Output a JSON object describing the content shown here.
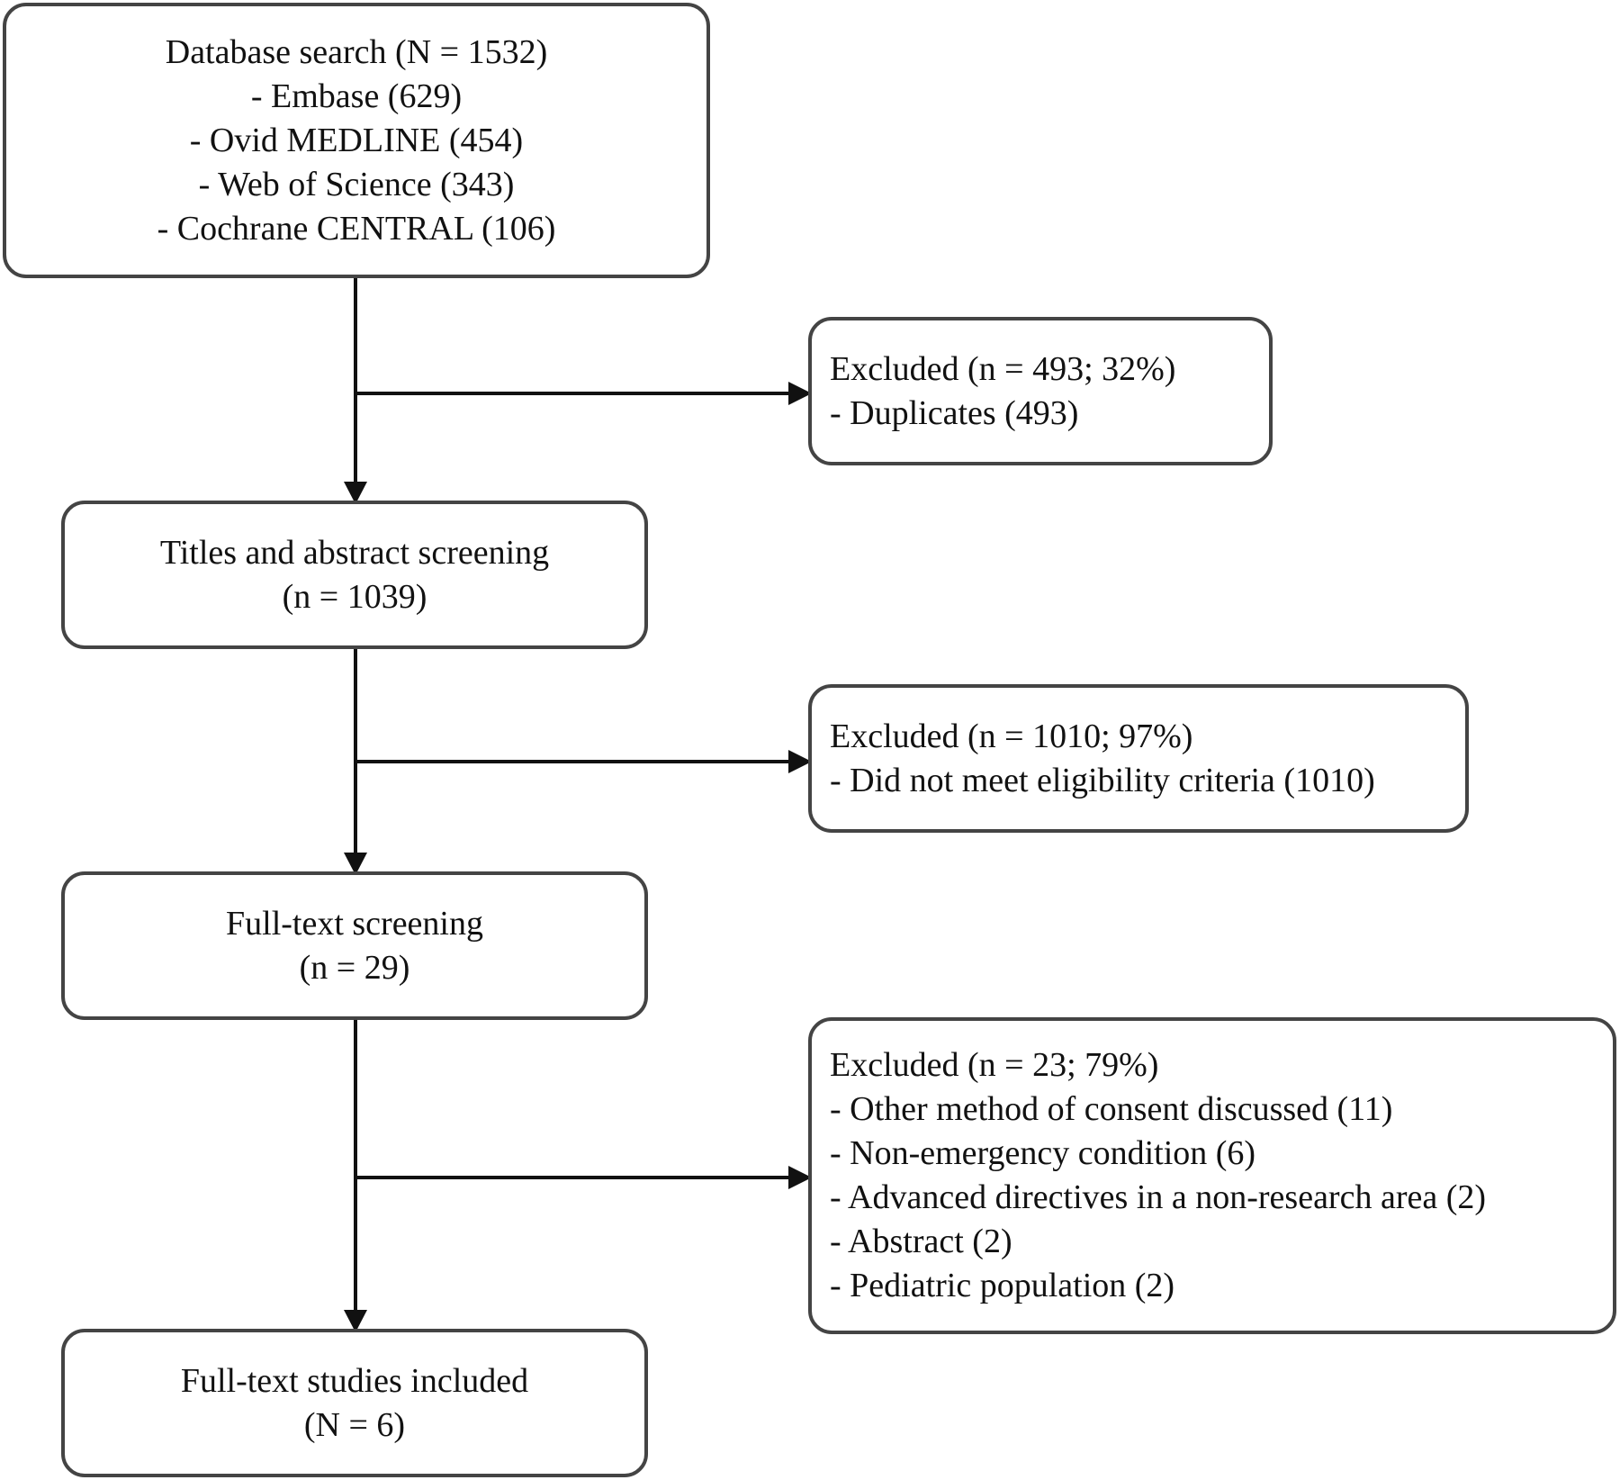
{
  "boxes": {
    "database": {
      "lines": [
        "Database search (N = 1532)",
        "- Embase (629)",
        "- Ovid MEDLINE (454)",
        "- Web of Science (343)",
        "- Cochrane CENTRAL (106)"
      ]
    },
    "excluded_duplicates": {
      "lines": [
        "Excluded (n = 493; 32%)",
        "- Duplicates (493)"
      ]
    },
    "titles_screening": {
      "lines": [
        "Titles and abstract screening",
        "(n = 1039)"
      ]
    },
    "excluded_eligibility": {
      "lines": [
        "Excluded (n = 1010; 97%)",
        "- Did not meet eligibility criteria (1010)"
      ]
    },
    "fulltext_screening": {
      "lines": [
        "Full-text screening",
        "(n = 29)"
      ]
    },
    "excluded_fulltext": {
      "lines": [
        "Excluded (n = 23; 79%)",
        "- Other method of consent discussed (11)",
        "- Non-emergency condition (6)",
        "- Advanced directives in a non-research area (2)",
        "- Abstract (2)",
        "- Pediatric population (2)"
      ]
    },
    "included": {
      "lines": [
        "Full-text studies included",
        "(N = 6)"
      ]
    }
  }
}
